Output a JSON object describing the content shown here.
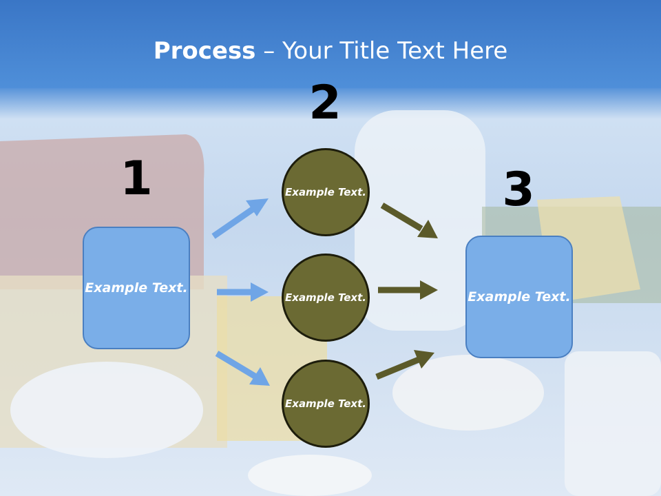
{
  "title": {
    "strong": "Process",
    "rest": " – Your Title Text Here"
  },
  "steps": {
    "one": {
      "number": "1",
      "text": "Example Text."
    },
    "two": {
      "number": "2",
      "items": [
        "Example Text.",
        "Example Text.",
        "Example Text."
      ]
    },
    "three": {
      "number": "3",
      "text": "Example Text."
    }
  },
  "colors": {
    "box_fill": "#7aaee8",
    "box_border": "#4a7fc1",
    "circle_fill": "#6b6a33",
    "blue_arrow": "#6fa5e6",
    "olive_arrow": "#5b5a2a",
    "title_bar": "#3f7fd0"
  }
}
